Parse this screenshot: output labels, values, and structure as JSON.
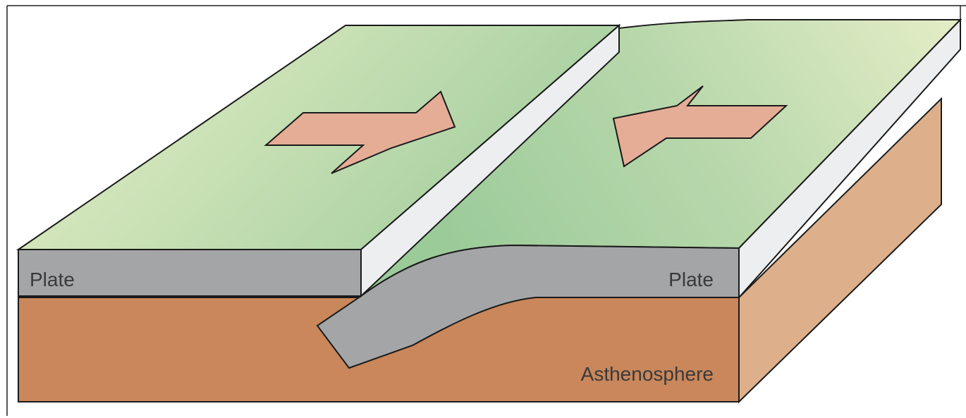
{
  "diagram": {
    "labels": {
      "left_plate": "Plate",
      "right_plate": "Plate",
      "asthenosphere": "Asthenosphere"
    },
    "arrows": [
      {
        "direction": "right"
      },
      {
        "direction": "left"
      }
    ],
    "colors": {
      "plate_top_light": "#e6ecc6",
      "plate_top_green": "#a9d1a2",
      "plate_side_gray": "#a3a5a6",
      "plate_face_white": "#eceeef",
      "asthenosphere_brown": "#c9875b",
      "asthenosphere_side": "#ddb08b",
      "arrow_pink": "#e5ad96",
      "outline": "#1a1a1a"
    }
  }
}
